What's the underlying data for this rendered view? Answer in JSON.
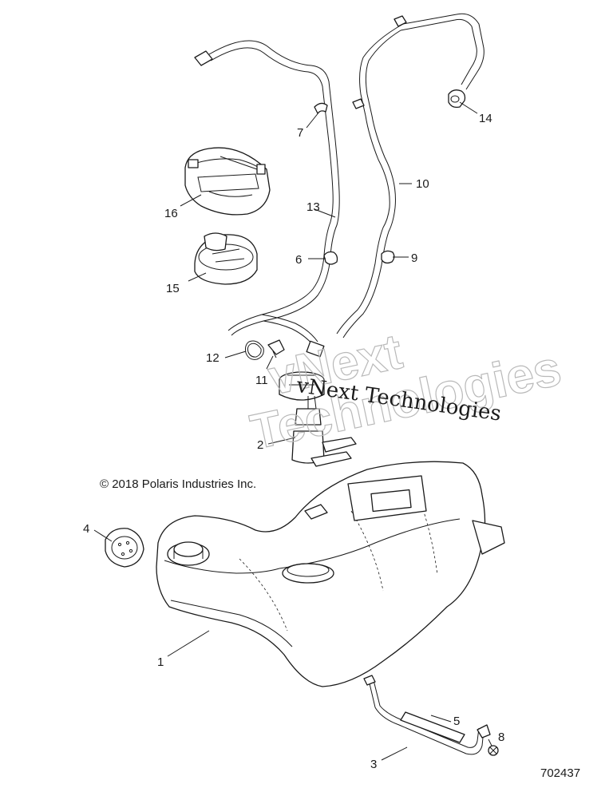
{
  "copyright": "© 2018 Polaris Industries Inc.",
  "doc_number": "702437",
  "watermark": {
    "outline_line1": "vNext",
    "outline_line2": "Technologies",
    "text": "vNext Technologies"
  },
  "callouts": {
    "c1": "1",
    "c2": "2",
    "c3": "3",
    "c4": "4",
    "c5": "5",
    "c6": "6",
    "c7": "7",
    "c8": "8",
    "c9": "9",
    "c10": "10",
    "c11": "11",
    "c12": "12",
    "c13": "13",
    "c14": "14",
    "c15": "15",
    "c16": "16"
  }
}
